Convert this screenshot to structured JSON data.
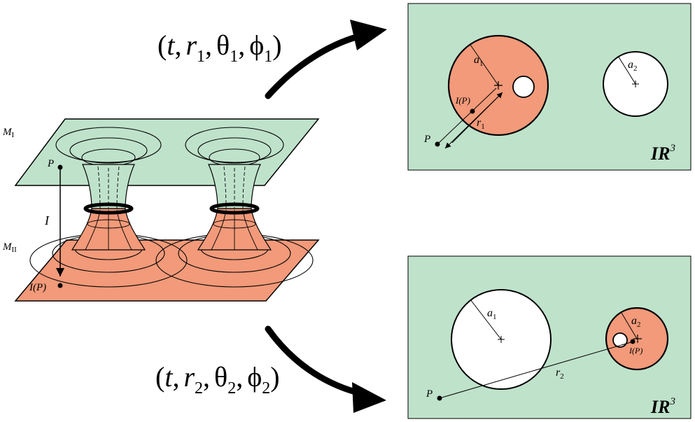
{
  "colors": {
    "sheet_green": "#bfe2cb",
    "sheet_orange": "#f29a7a",
    "outline": "#000000",
    "hole": "#ffffff"
  },
  "left_figure": {
    "sheet_top_label_script": "M",
    "sheet_top_label_sub": "I",
    "sheet_bottom_label_script": "M",
    "sheet_bottom_label_sub": "II",
    "point_label": "P",
    "map_label": "I",
    "image_label": "I(P)"
  },
  "chart_top": {
    "lparen": "(",
    "var_t": "t",
    "comma1": ",",
    "var_r": "r",
    "sub_r": "1",
    "comma2": ",",
    "var_theta": "θ",
    "sub_theta": "1",
    "comma3": ",",
    "var_phi": "ϕ",
    "sub_phi": "1",
    "rparen": ")"
  },
  "chart_bottom": {
    "lparen": "(",
    "var_t": "t",
    "comma1": ",",
    "var_r": "r",
    "sub_r": "2",
    "comma2": ",",
    "var_theta": "θ",
    "sub_theta": "2",
    "comma3": ",",
    "var_phi": "ϕ",
    "sub_phi": "2",
    "rparen": ")"
  },
  "panel_top": {
    "a1_main": "a",
    "a1_sub": "1",
    "a2_main": "a",
    "a2_sub": "2",
    "image_label": "I(P)",
    "r1_main": "r",
    "r1_sub": "1",
    "point_label": "P",
    "space_main": "IR",
    "space_sup": "3"
  },
  "panel_bottom": {
    "a1_main": "a",
    "a1_sub": "1",
    "a2_main": "a",
    "a2_sub": "2",
    "image_label": "I(P)",
    "r2_main": "r",
    "r2_sub": "2",
    "point_label": "P",
    "space_main": "IR",
    "space_sup": "3"
  }
}
